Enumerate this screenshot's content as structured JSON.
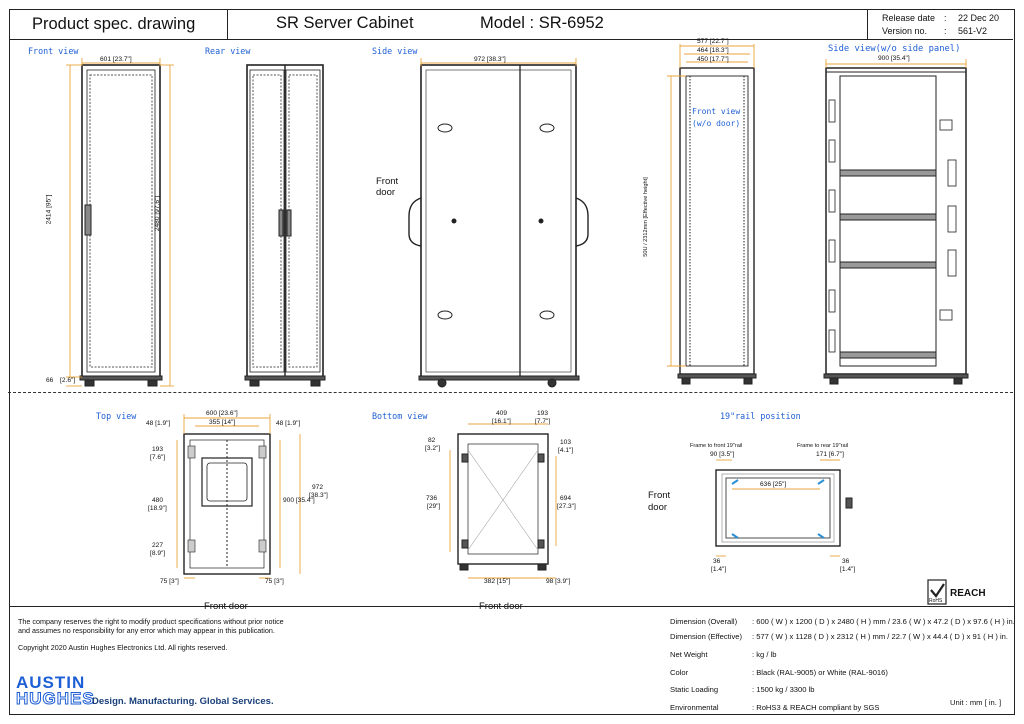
{
  "header": {
    "doc_type": "Product spec. drawing",
    "product": "SR Server Cabinet",
    "model": "Model : SR-6952",
    "release_label": "Release date",
    "release_colon": ":",
    "release_value": "22 Dec 20",
    "version_label": "Version no.",
    "version_colon": ":",
    "version_value": "561-V2"
  },
  "views": {
    "front": "Front view",
    "rear": "Rear view",
    "side": "Side view",
    "front_wo_door": "Front view\n(w/o door)",
    "side_wo_panel": "Side view(w/o side panel)",
    "top": "Top view",
    "bottom": "Bottom view",
    "rail": "19\"rail position"
  },
  "dims": {
    "front_width": "601 [23.7\"]",
    "front_h1": "2414 [95\"]",
    "front_h2": "2480 [97.6\"]",
    "front_base": "66",
    "front_base_in": "[2.6\"]",
    "side_depth": "972 [38.3\"]",
    "fw_d1": "577 [22.7\"]",
    "fw_d2": "464 [18.3\"]",
    "fw_d3": "450 [17.7\"]",
    "fw_eff_h": "50U / 2312mm [Effective height]",
    "swp_width": "900 [35.4\"]",
    "top_w": "600 [23.6\"]",
    "top_48l": "48 [1.9\"]",
    "top_48r": "48 [1.9\"]",
    "top_355": "355 [14\"]",
    "top_193": "193",
    "top_193_in": "[7.6\"]",
    "top_480": "480",
    "top_480_in": "[18.9\"]",
    "top_227": "227",
    "top_227_in": "[8.9\"]",
    "top_75l": "75 [3\"]",
    "top_75r": "75 [3\"]",
    "top_900": "900 [35.4\"]",
    "top_972": "972",
    "top_972_in": "[38.3\"]",
    "bot_409": "409",
    "bot_409_in": "[16.1\"]",
    "bot_193": "193",
    "bot_193_in": "[7.7\"]",
    "bot_82": "82",
    "bot_82_in": "[3.2\"]",
    "bot_103": "103",
    "bot_103_in": "[4.1\"]",
    "bot_736": "736",
    "bot_736_in": "[29\"]",
    "bot_694": "694",
    "bot_694_in": "[27.3\"]",
    "bot_382": "382 [15\"]",
    "bot_98": "98 [3.9\"]",
    "rail_front_lbl": "Frame to front 19\"rail",
    "rail_front_val": "90 [3.5\"]",
    "rail_rear_lbl": "Frame to rear 19\"rail",
    "rail_rear_val": "171 [6.7\"]",
    "rail_636": "636 [25\"]",
    "rail_36l": "36",
    "rail_36l_in": "[1.4\"]",
    "rail_36r": "36",
    "rail_36r_in": "[1.4\"]"
  },
  "annotations": {
    "front_door_side": "Front\ndoor",
    "front_door_top": "Front door",
    "front_door_bottom": "Front door",
    "front_door_rail": "Front\ndoor",
    "reach": "REACH",
    "rohs": "RoHS"
  },
  "footer": {
    "disclaimer": "The company reserves the right to modify product specifications without prior notice\nand assumes no responsibility for any error which may appear in this publication.",
    "copyright": "Copyright 2020 Austin Hughes Electronics Ltd. All rights reserved.",
    "logo_top": "AUSTIN",
    "logo_bottom": "HUGHES",
    "tagline": "Design. Manufacturing. Global Services.",
    "specs": [
      {
        "label": "Dimension (Overall)",
        "value": ":  600 ( W ) x 1200 ( D ) x 2480 ( H ) mm / 23.6 ( W ) x 47.2 ( D ) x 97.6 ( H ) in."
      },
      {
        "label": "Dimension (Effective)",
        "value": ":  577 ( W ) x 1128 ( D ) x 2312 ( H ) mm / 22.7 ( W ) x 44.4 ( D ) x 91 ( H ) in."
      },
      {
        "label": "Net Weight",
        "value": ":  kg  /  lb"
      },
      {
        "label": "Color",
        "value": ":  Black (RAL-9005) or White (RAL-9016)"
      },
      {
        "label": "Static Loading",
        "value": ":  1500 kg / 3300 lb"
      },
      {
        "label": "Environmental",
        "value": ":  RoHS3 &  REACH compliant by SGS"
      }
    ],
    "unit": "Unit : mm [ in. ]"
  },
  "colors": {
    "dimension": "#e8a33c",
    "view_label": "#1f5fd6",
    "rail_mark": "#2a8fd6",
    "line": "#222222"
  }
}
